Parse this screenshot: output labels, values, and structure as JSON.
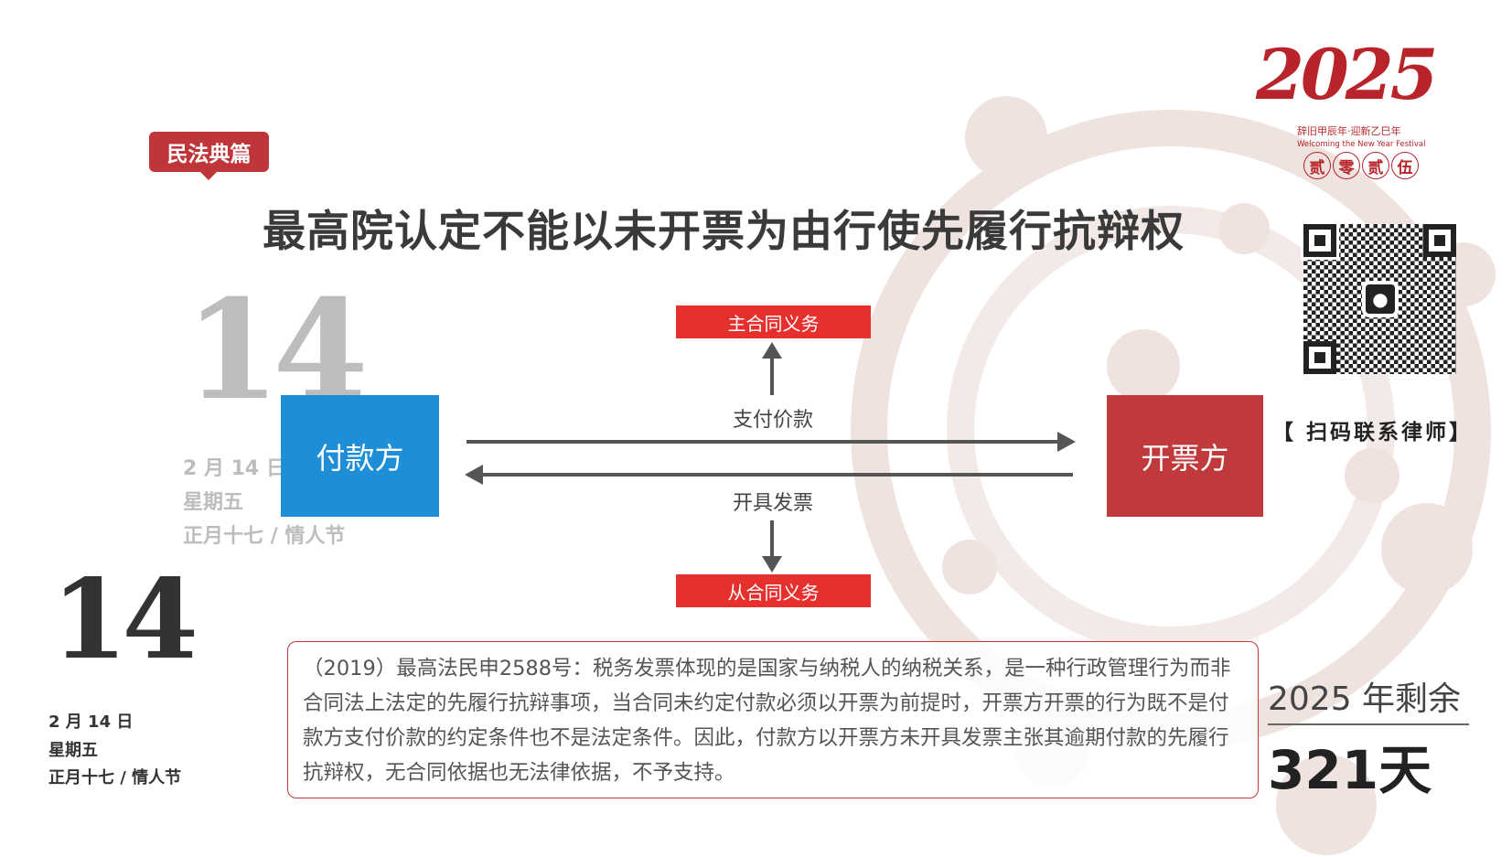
{
  "badge": "民法典篇",
  "title": "最高院认定不能以未开票为由行使先履行抗辩权",
  "calendar_ghost": {
    "day": "14",
    "date": "2 月 14 日",
    "weekday": "星期五",
    "lunar": "正月十七 / 情人节"
  },
  "calendar": {
    "day": "14",
    "date": "2 月 14 日",
    "weekday": "星期五",
    "lunar": "正月十七 / 情人节"
  },
  "diagram": {
    "payer": "付款方",
    "invoicer": "开票方",
    "main_obligation": "主合同义务",
    "sub_obligation": "从合同义务",
    "pay_label": "支付价款",
    "invoice_label": "开具发票",
    "colors": {
      "payer": "#1e8fd7",
      "invoicer": "#c0393b",
      "obligation": "#e5302d"
    }
  },
  "note": "（2019）最高法民申2588号：税务发票体现的是国家与纳税人的纳税关系，是一种行政管理行为而非合同法上法定的先履行抗辩事项，当合同未约定付款必须以开票为前提时，开票方开票的行为既不是付款方支付价款的约定条件也不是法定条件。因此，付款方以开票方未开具发票主张其逾期付款的先履行抗辩权，无合同依据也无法律依据，不予支持。",
  "qr_label": "【 扫码联系律师】",
  "countdown": {
    "label": "2025 年剩余",
    "days": "321天"
  },
  "logo": {
    "year": "2025",
    "cn": "辞旧甲辰年·迎新乙巳年",
    "en": "Welcoming the New Year Festival",
    "seals": [
      "贰",
      "零",
      "贰",
      "伍"
    ]
  }
}
